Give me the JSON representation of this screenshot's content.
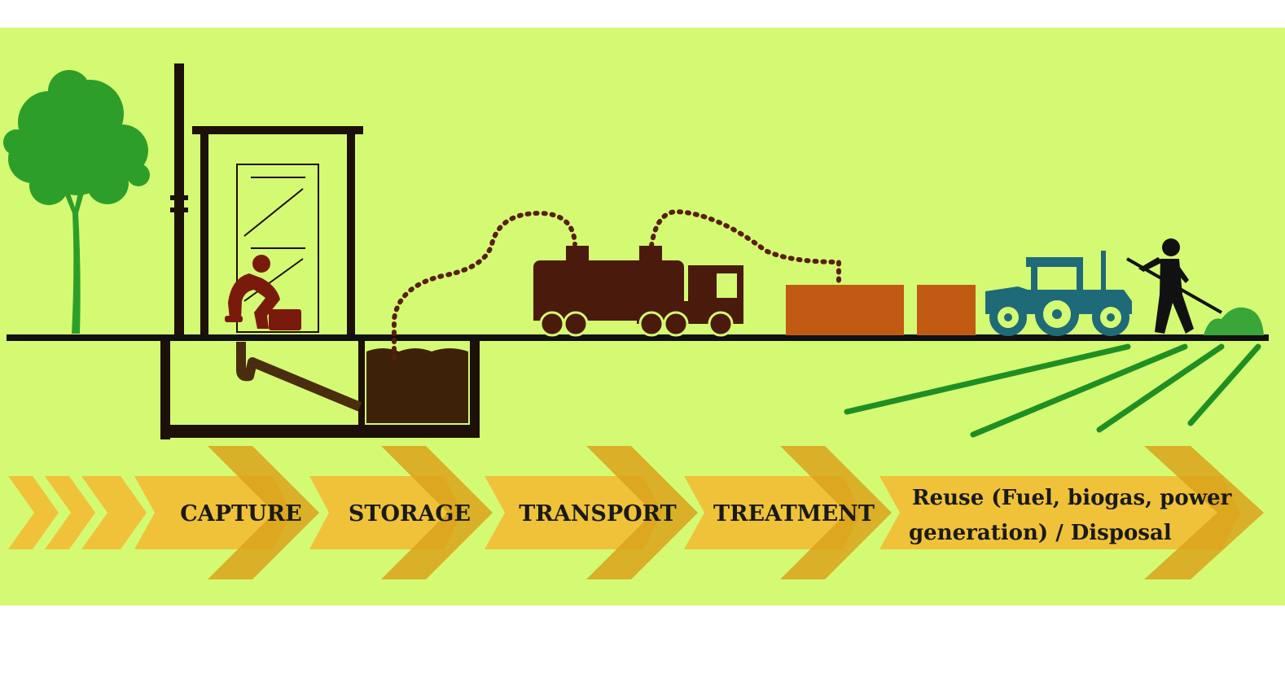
{
  "colors": {
    "background": "#d4fa73",
    "ground_line": "#111111",
    "tree": "#2e9e2a",
    "roots": "#1f8f24",
    "structure": "#1c1008",
    "person_sitting": "#7a1a0c",
    "sludge": "#3d2208",
    "pipe": "#4a2c0e",
    "truck": "#4a1a0c",
    "treatment_tank": "#c15a12",
    "tractor": "#1f6a78",
    "worker": "#111111",
    "compost_pile": "#3aa63a",
    "arrow_light": "#f0c23a",
    "arrow_dark": "#d9a21b"
  },
  "stages": [
    {
      "id": "capture",
      "label": "CAPTURE"
    },
    {
      "id": "storage",
      "label": "STORAGE"
    },
    {
      "id": "transport",
      "label": "TRANSPORT"
    },
    {
      "id": "treatment",
      "label": "TREATMENT"
    },
    {
      "id": "reuse",
      "label_line1": "Reuse (Fuel, biogas, power",
      "label_line2": "generation) / Disposal"
    }
  ],
  "icons": [
    "tree-icon",
    "latrine-icon",
    "vent-pipe-icon",
    "sitting-person-icon",
    "pit-tank-icon",
    "vacuum-truck-icon",
    "treatment-tank-icon",
    "tractor-icon",
    "worker-with-rake-icon",
    "compost-pile-icon"
  ]
}
